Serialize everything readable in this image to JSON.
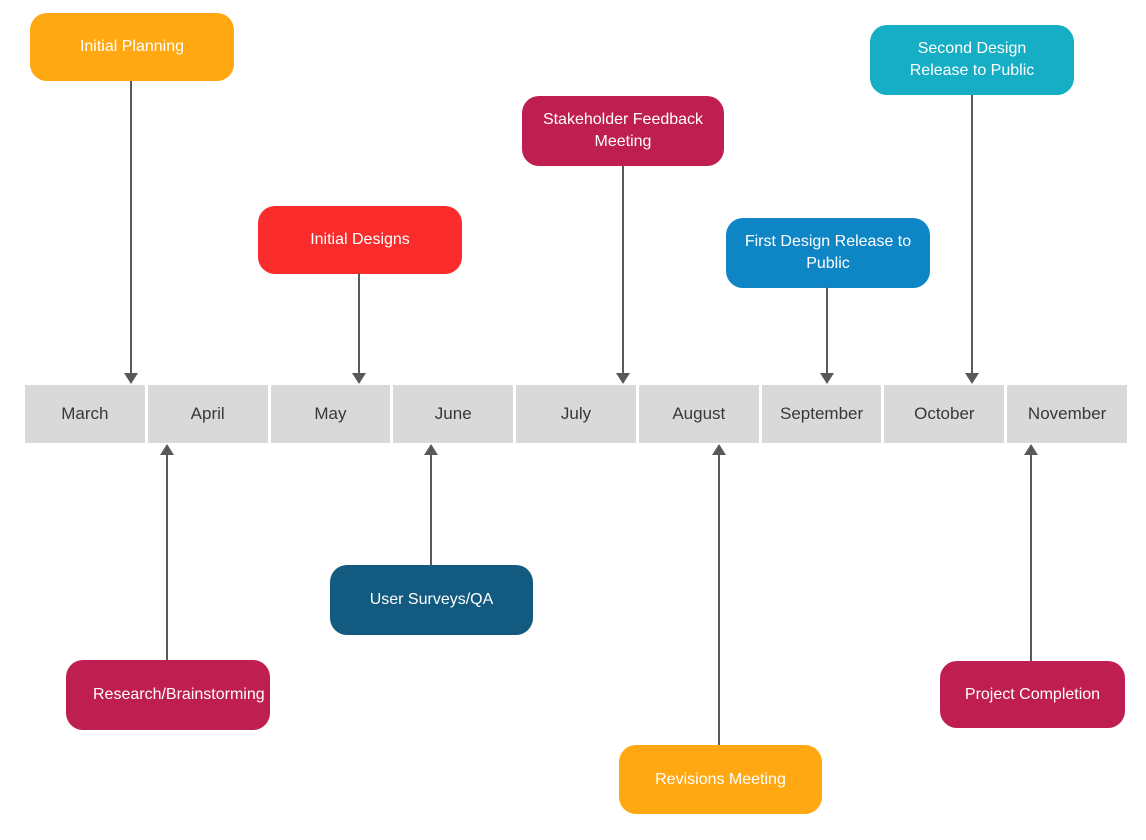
{
  "diagram": {
    "type": "timeline",
    "background": "#FFFFFF"
  },
  "timeline": {
    "months": [
      "March",
      "April",
      "May",
      "June",
      "July",
      "August",
      "September",
      "October",
      "November"
    ],
    "bar_color": "#D9D9D9",
    "label_color": "#383838"
  },
  "connectors": {
    "color": "#595959"
  },
  "events": {
    "initial_planning": {
      "label": "Initial Planning",
      "color": "#FFA811",
      "position": "above",
      "points_to_month": "March"
    },
    "initial_designs": {
      "label": "Initial Designs",
      "color": "#F92B2B",
      "position": "above",
      "points_to_month": "May"
    },
    "stakeholder_feedback": {
      "label": "Stakeholder Feedback Meeting",
      "color": "#BE1E50",
      "position": "above",
      "points_to_month": "July"
    },
    "first_design_release": {
      "label": "First Design Release to Public",
      "color": "#0E86C5",
      "position": "above",
      "points_to_month": "September"
    },
    "second_design_release": {
      "label": "Second Design Release to Public",
      "color": "#15AEC4",
      "position": "above",
      "points_to_month": "October"
    },
    "research_brainstorming": {
      "label": "Research/Brainstorming",
      "color": "#BE1E50",
      "position": "below",
      "points_to_month": "April"
    },
    "user_surveys_qa": {
      "label": "User Surveys/QA",
      "color": "#135A80",
      "position": "below",
      "points_to_month": "June"
    },
    "revisions_meeting": {
      "label": "Revisions Meeting",
      "color": "#FFA811",
      "position": "below",
      "points_to_month": "August"
    },
    "project_completion": {
      "label": "Project Completion",
      "color": "#BE1E50",
      "position": "below",
      "points_to_month": "November"
    }
  }
}
